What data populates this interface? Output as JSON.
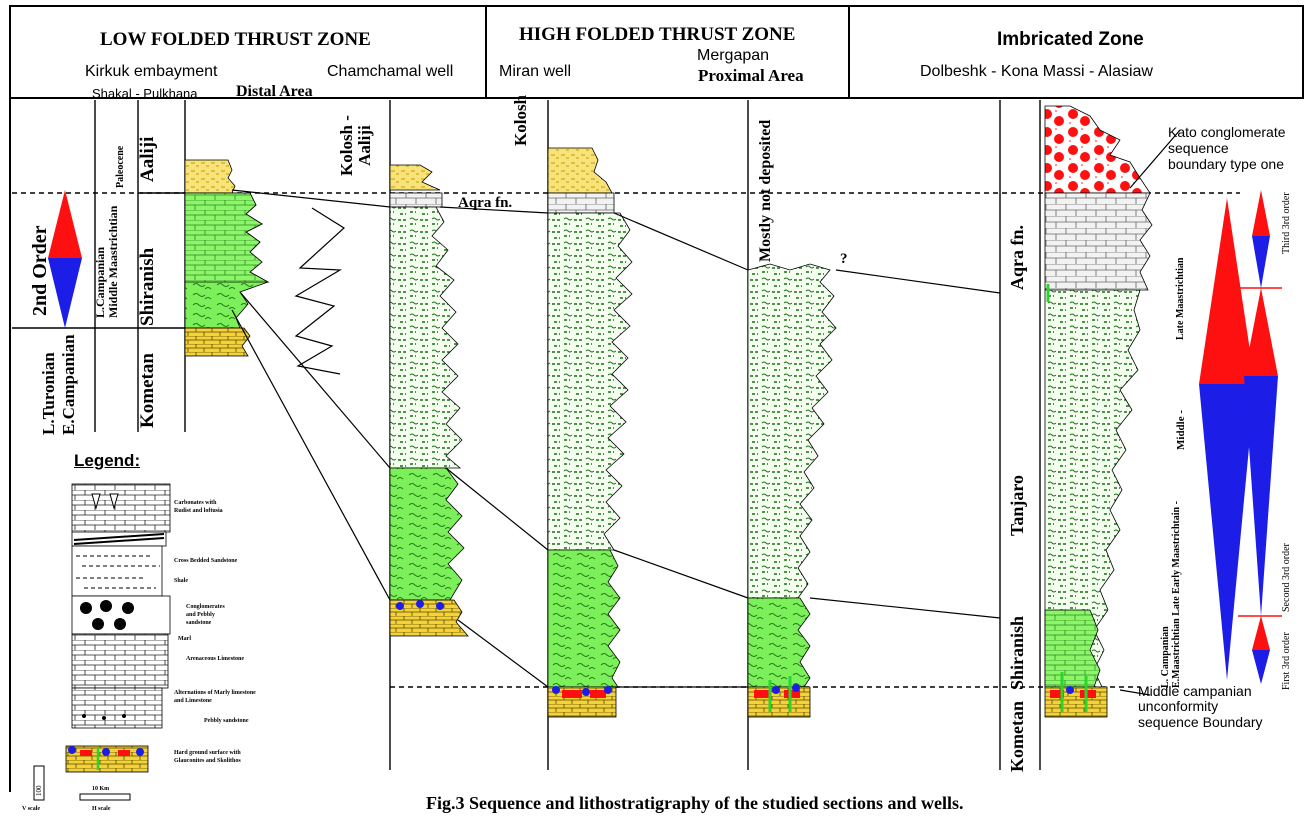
{
  "zones": {
    "low": "LOW FOLDED THRUST ZONE",
    "high": "HIGH FOLDED THRUST ZONE",
    "imbricated": "Imbricated Zone"
  },
  "localities": {
    "kirkuk": "Kirkuk embayment",
    "shakal": "Shakal  - Pulkhana",
    "distal": "Distal Area",
    "chamchamal": "Chamchamal well",
    "miran": "Miran well",
    "mergapan": "Mergapan",
    "proximal": "Proximal Area",
    "dolbeshk": "Dolbeshk - Kona Massi - Alasiaw"
  },
  "ages": {
    "paleocene": "Paleocene",
    "campanian_maas": "L.Campanian\nMiddle Maastrichtian",
    "turonian": "L.Turonian",
    "e_campanian": "E.Campanian",
    "late_maas": "Late Maastrichtian",
    "middle": "Middle -",
    "lower_seq": "L. Campanian\nE.Maastrichtian Late Early Maastrichtain -"
  },
  "formations": {
    "aaliji": "Aaliji",
    "shiranish": "Shiranish",
    "kometan": "Kometan",
    "kolosh_aaliji": "Kolosh -\nAaliji",
    "kolosh": "Kolosh",
    "aqra": "Aqra fn.",
    "mostly_not": "Mostly not deposited",
    "tanjaro": "Tanjaro",
    "question": "?"
  },
  "order": {
    "second": "2nd Order",
    "third": "Third 3rd order",
    "second3": "Second 3rd order",
    "first3": "First 3rd order"
  },
  "annotations": {
    "kato": "Kato conglomerate\nsequence\nboundary type one",
    "middle_camp": "Middle campanian\nunconformity\nsequence Boundary"
  },
  "legend": {
    "title": "Legend:",
    "items": [
      "Carbonates with\nRudist and loftusia",
      "Cross Bedded Sandstone",
      "Shale",
      "Conglomerates\nand Pebbly\nsandstone",
      "Marl",
      "Arenaceous Limestone",
      "Alternations of Marly limestone\nand Limestone",
      "Pebbly sandstone",
      "Hard ground surface with\nGlauconites and Skolithos"
    ],
    "v_scale_value": "100",
    "v_scale": "V scale",
    "h_scale_value": "10 Km",
    "h_scale": "H scale"
  },
  "caption": "Fig.3 Sequence and lithostratigraphy of the studied sections and wells.",
  "colors": {
    "green": "#7cf05a",
    "yellow": "#f3d23a",
    "red": "#ff1010",
    "blue": "#1d1de8",
    "paleyellow": "#f7e37a"
  }
}
